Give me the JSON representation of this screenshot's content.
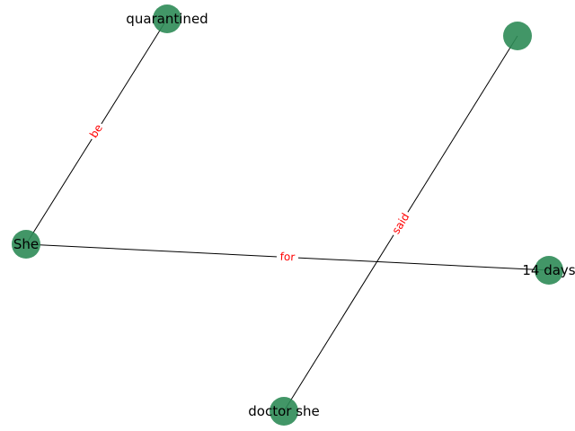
{
  "graph": {
    "colors": {
      "node": "#2e8b57",
      "edge": "#000000",
      "edge_label": "#ff0000",
      "background": "#ffffff"
    },
    "nodes": [
      {
        "id": "quarantined",
        "label": "quarantined"
      },
      {
        "id": "blank",
        "label": ""
      },
      {
        "id": "she",
        "label": "She"
      },
      {
        "id": "14days",
        "label": "14 days"
      },
      {
        "id": "doctorshe",
        "label": "doctor she"
      }
    ],
    "edges": [
      {
        "id": "e-be",
        "source": "she",
        "target": "quarantined",
        "label": "be"
      },
      {
        "id": "e-for",
        "source": "she",
        "target": "14days",
        "label": "for"
      },
      {
        "id": "e-said",
        "source": "doctorshe",
        "target": "blank",
        "label": "said"
      }
    ]
  }
}
